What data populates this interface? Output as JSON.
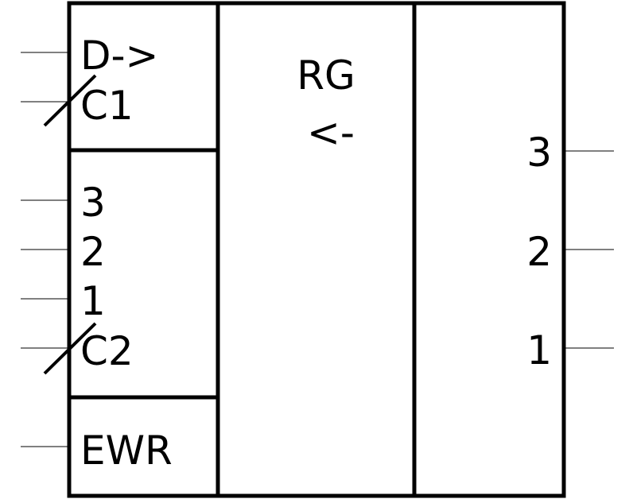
{
  "symbol": {
    "control_block": {
      "data_input": "D->",
      "clock_1": "C1"
    },
    "parallel_block": {
      "input_3": "3",
      "input_2": "2",
      "input_1": "1",
      "clock_2": "C2"
    },
    "enable_block": {
      "label": "EWR"
    },
    "center": {
      "function": "RG",
      "direction": "<-"
    },
    "outputs": {
      "output_3": "3",
      "output_2": "2",
      "output_1": "1"
    }
  }
}
